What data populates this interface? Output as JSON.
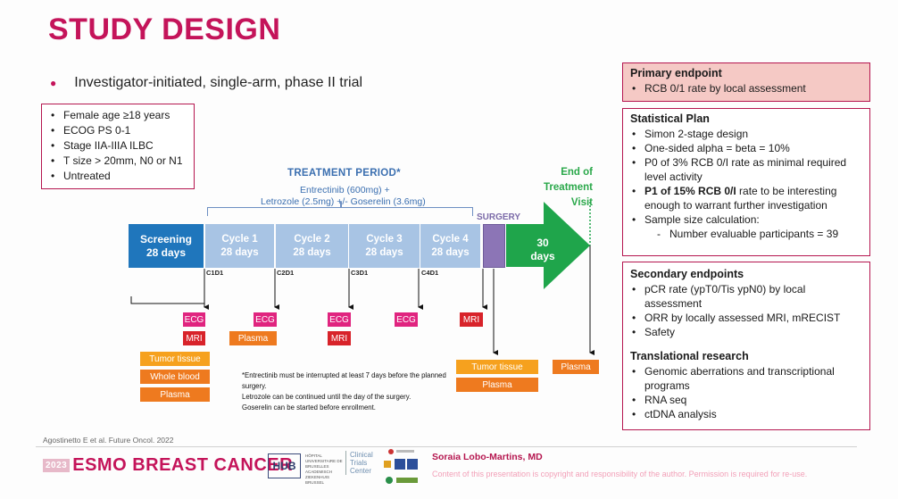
{
  "title": "STUDY DESIGN",
  "subtitle": "Investigator-initiated, single-arm, phase II trial",
  "inclusion": [
    "Female age ≥18 years",
    "ECOG PS 0-1",
    "Stage IIA-IIIA ILBC",
    "T size > 20mm, N0 or N1",
    "Untreated"
  ],
  "primary": {
    "heading": "Primary endpoint",
    "items": [
      "RCB 0/1 rate by local assessment"
    ]
  },
  "statistical": {
    "heading": "Statistical Plan",
    "item1": "Simon 2-stage design",
    "item2": "One-sided alpha = beta = 10%",
    "item3": "P0 of 3% RCB 0/I rate as minimal required level activity",
    "item4_bold": "P1 of 15% RCB 0/I",
    "item4_rest": " rate to be interesting enough to warrant further investigation",
    "item5": "Sample size calculation:",
    "sub": "Number evaluable participants = 39"
  },
  "secondary": {
    "heading": "Secondary endpoints",
    "items": [
      "pCR rate (ypT0/Tis ypN0) by local assessment",
      "ORR by locally assessed MRI, mRECIST",
      "Safety"
    ]
  },
  "translational": {
    "heading": "Translational research",
    "items": [
      "Genomic aberrations and transcriptional programs",
      "RNA seq",
      "ctDNA analysis"
    ]
  },
  "timeline": {
    "treatment_title": "TREATMENT PERIOD*",
    "treatment_line1": "Entrectinib (600mg) +",
    "treatment_line2": "Letrozole (2.5mg) +/- Goserelin (3.6mg)",
    "eot_line1": "End of",
    "eot_line2": "Treatment",
    "eot_line3": "Visit",
    "surgery": "SURGERY",
    "screening": {
      "l1": "Screening",
      "l2": "28 days"
    },
    "cycles": [
      {
        "l1": "Cycle 1",
        "l2": "28 days",
        "d": "C1D1"
      },
      {
        "l1": "Cycle 2",
        "l2": "28 days",
        "d": "C2D1"
      },
      {
        "l1": "Cycle 3",
        "l2": "28 days",
        "d": "C3D1"
      },
      {
        "l1": "Cycle 4",
        "l2": "28 days",
        "d": "C4D1"
      }
    ],
    "followup": {
      "l1": "30",
      "l2": "days"
    }
  },
  "tags": {
    "ecg": "ECG",
    "mri": "MRI",
    "plasma": "Plasma",
    "tumor_tissue": "Tumor tissue",
    "whole_blood": "Whole blood"
  },
  "footnote": [
    "*Entrectinib must be interrupted at least 7 days before the planned surgery.",
    "Letrozole can be continued until the day of the surgery.",
    "Goserelin can be started before enrollment."
  ],
  "reference": "Agostinetto E et al. Future Oncol. 2022",
  "footer": {
    "esmo": "ESMO BREAST CANCER",
    "esmo_pre": "2023",
    "hub": "HUB",
    "hub_sub": "HÔPITAL UNIVERSITAIRE DE BRUXELLES ACADEMISCH ZIEKENHUIS BRUSSEL",
    "ctc": [
      "Clinical",
      "Trials",
      "Center"
    ],
    "author": "Soraia Lobo-Martins, MD",
    "copyright": "Content of this presentation is copyright and responsibility of the author. Permission is required for re-use."
  },
  "colors": {
    "brand": "#c4145a",
    "screening": "#1f76bc",
    "cycle": "#a8c4e4",
    "surgery": "#8c75b6",
    "followup": "#1fa54b",
    "ecg": "#e0247f",
    "mri": "#d8232a",
    "plasma": "#ee7a1f",
    "tissue": "#f6a11e"
  }
}
